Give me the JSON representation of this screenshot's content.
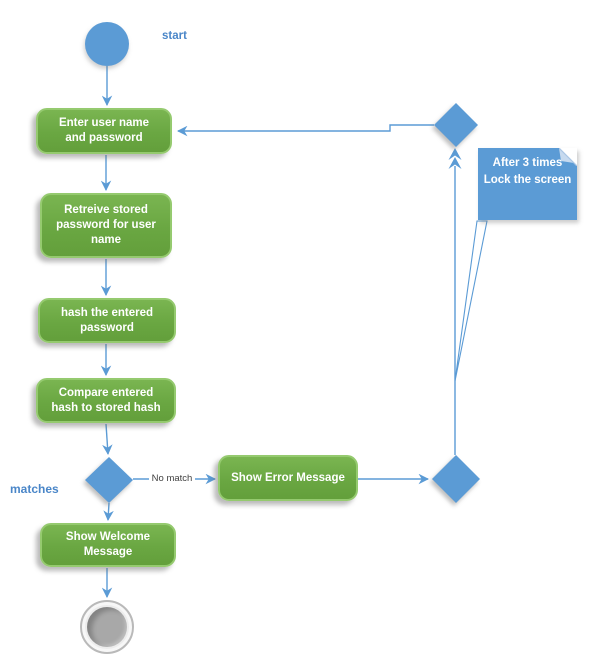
{
  "diagram": {
    "type": "activity-flowchart",
    "start_label": "start",
    "nodes": {
      "enter": {
        "label": "Enter user name and password",
        "lines": [
          "Enter user name",
          "and password"
        ]
      },
      "retrieve": {
        "label": "Retreive stored password for user name",
        "lines": [
          "Retreive stored",
          "password for user",
          "name"
        ]
      },
      "hash": {
        "label": "hash the entered password",
        "lines": [
          "hash the entered",
          "password"
        ]
      },
      "compare": {
        "label": "Compare entered hash to stored hash",
        "lines": [
          "Compare entered",
          "hash to stored hash"
        ]
      },
      "welcome": {
        "label": "Show Welcome Message",
        "lines": [
          "Show Welcome",
          "Message"
        ]
      },
      "error": {
        "label": "Show Error Message",
        "lines": [
          "Show Error Message"
        ]
      }
    },
    "decisions": [
      {
        "id": "match-decision",
        "description": "diamond after compare step"
      },
      {
        "id": "retry-junction-top",
        "description": "diamond routing retry back to enter box"
      },
      {
        "id": "retry-junction-bottom",
        "description": "diamond after error message"
      }
    ],
    "edge_labels": {
      "matches": "matches",
      "no_match": "No match"
    },
    "callout": {
      "label": "After 3 times Lock the screen",
      "lines": [
        "After 3 times",
        "Lock the",
        "screen"
      ]
    },
    "terminals": {
      "start": "start-circle",
      "end": "end-final-node"
    },
    "colors": {
      "shape_blue": "#5B9BD5",
      "green_fill": "#6AA742",
      "green_border": "#95CA6F",
      "connector_blue": "#5B9BD5",
      "label_blue": "#4A86C8",
      "edge_label_gray": "#404040",
      "end_inner_gray": "#A8A8A8",
      "end_ring_gray": "#ECECEC",
      "node_text": "#FFFFFF"
    }
  }
}
